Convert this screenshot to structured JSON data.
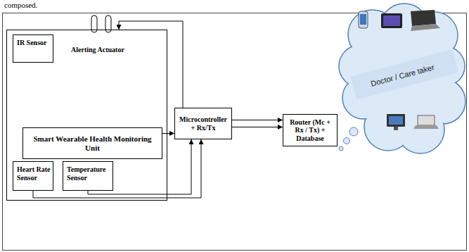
{
  "diagram": {
    "nodes": [
      {
        "text": [
          "Alerting Actuator"
        ]
      },
      {
        "text": [
          "IR Sensor"
        ],
        "in": 0
      },
      {
        "text": [
          "Smart Wearable Health Monitoring Unit"
        ],
        "in": 0
      },
      {
        "text": [
          "Heart Rate Sensor"
        ],
        "in": 0
      },
      {
        "text": [
          "Temperature Sensor"
        ],
        "in": 0
      },
      {
        "text": [
          "Microcontroller + Rx/Tx"
        ]
      },
      {
        "text": [
          "Router (Mc + Rx / Tx) + Database"
        ]
      },
      {
        "text": [
          "Doctor / Care taker"
        ]
      }
    ],
    "edges": [
      {
        "from": 5,
        "to": 0,
        "arrow": "to"
      },
      {
        "from": 2,
        "to": 5,
        "arrow": "to"
      },
      {
        "from": 3,
        "to": 5,
        "arrow": "to"
      },
      {
        "from": 4,
        "to": 5,
        "arrow": "to"
      },
      {
        "from": 5,
        "to": 6,
        "arrow": "to"
      },
      {
        "from": 5,
        "to": 6,
        "arrow": "to"
      }
    ],
    "labels": [
      "composed."
    ]
  }
}
